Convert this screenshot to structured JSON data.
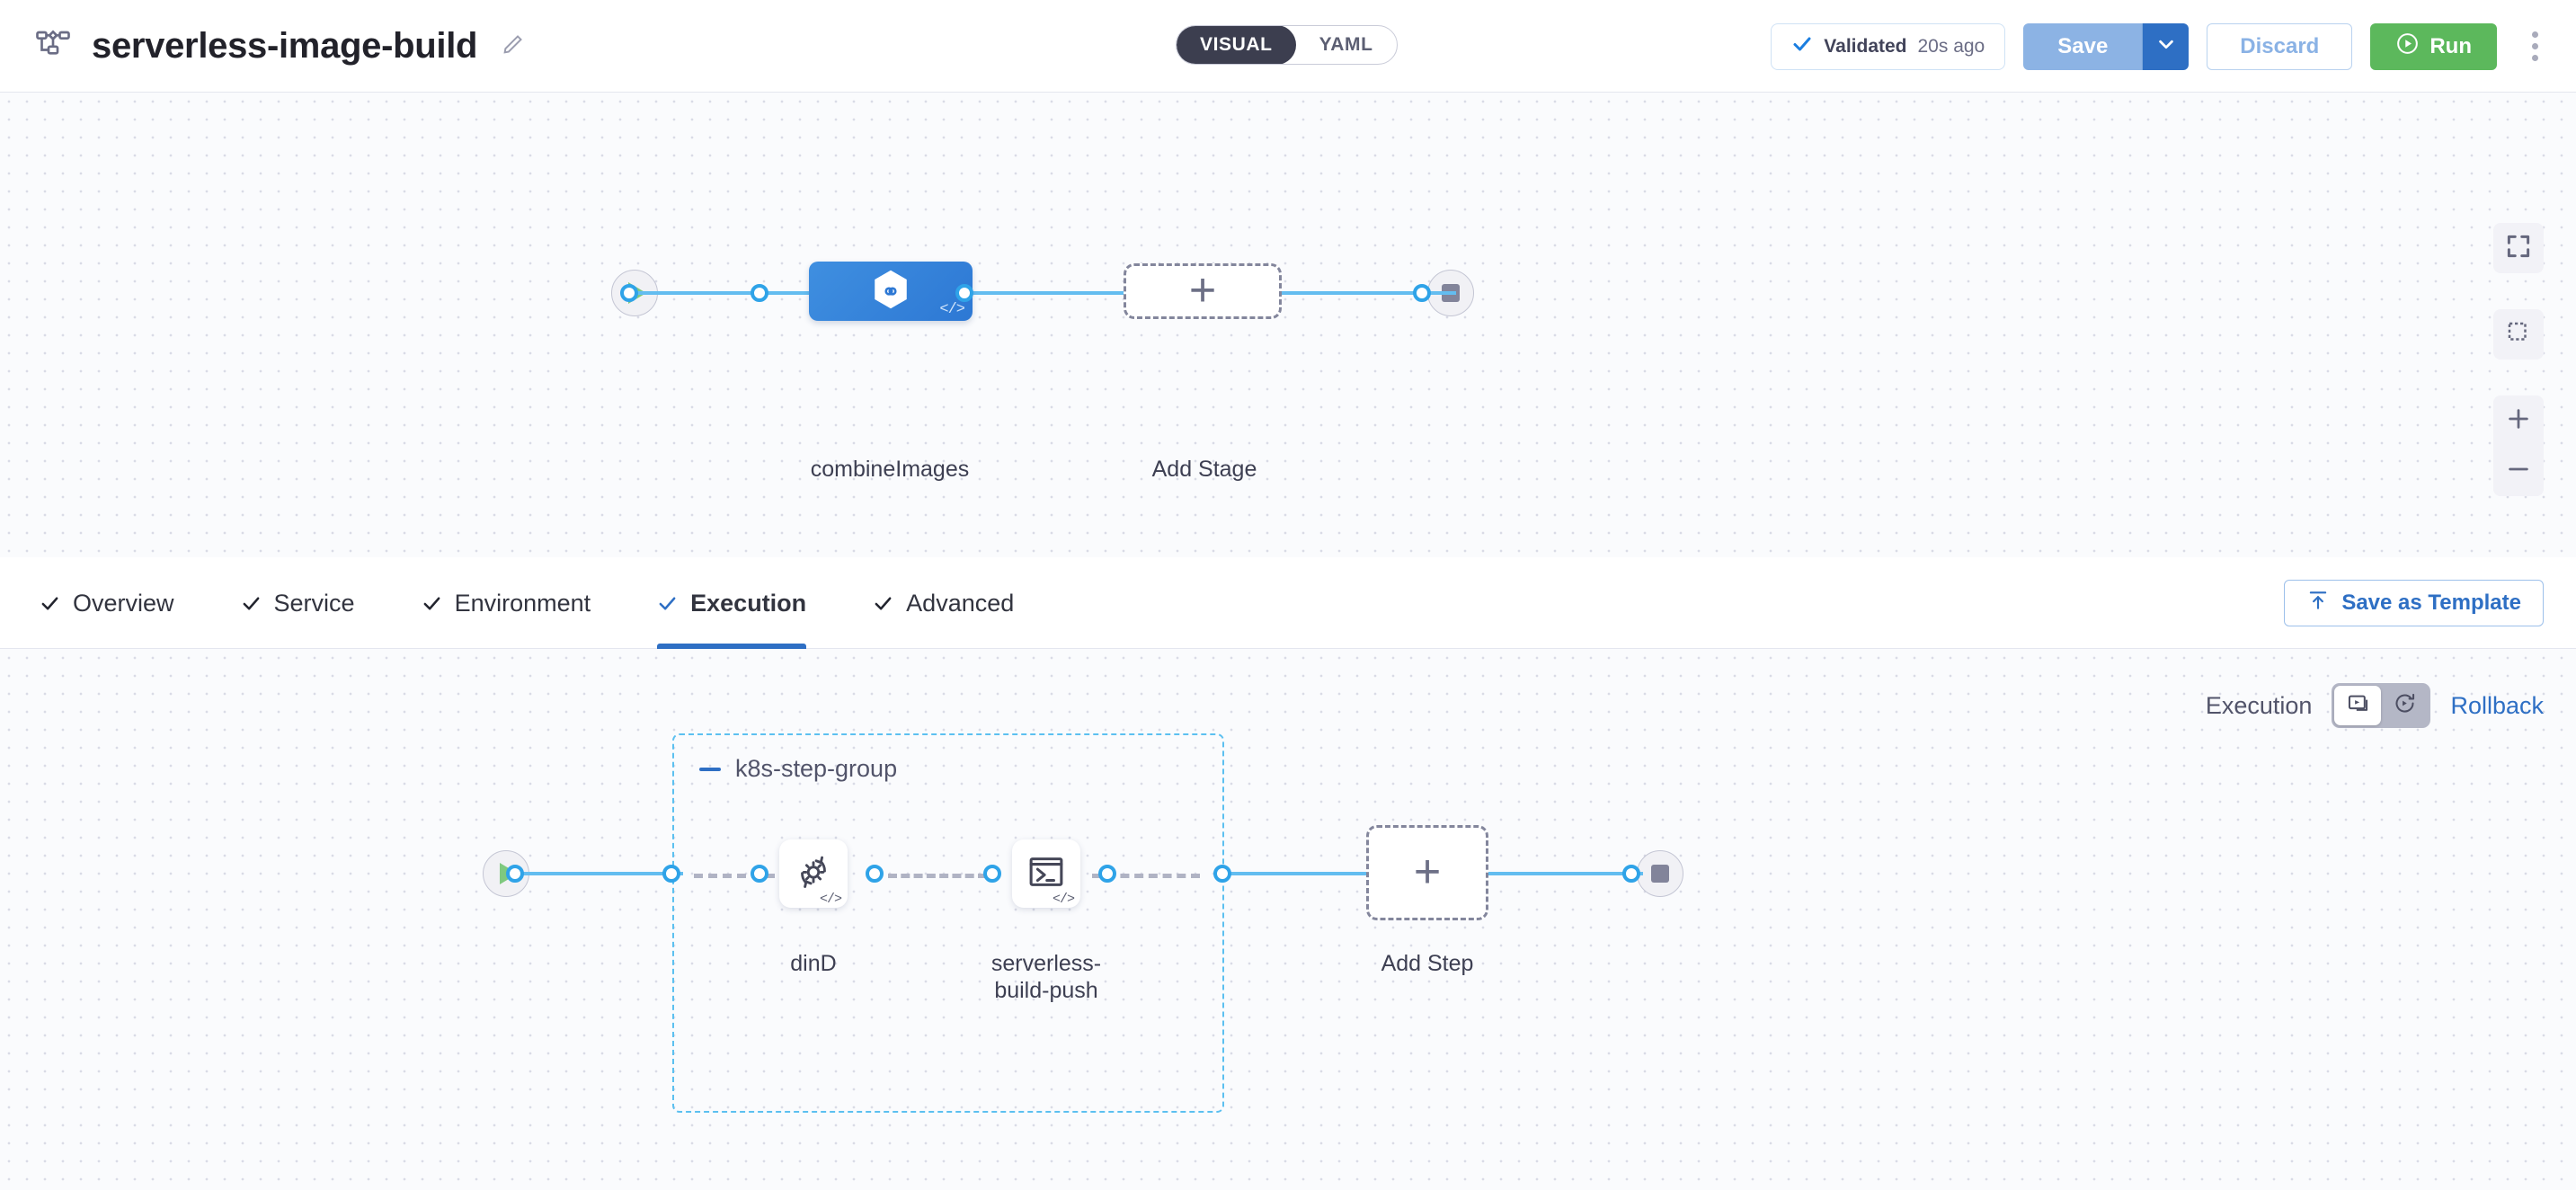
{
  "header": {
    "pipeline_icon": "pipeline-icon",
    "title": "serverless-image-build",
    "edit_icon": "pencil-icon",
    "view_toggle": {
      "options": [
        "VISUAL",
        "YAML"
      ],
      "selected": "VISUAL"
    },
    "validation": {
      "icon": "check-icon",
      "label": "Validated",
      "time": "20s ago"
    },
    "save": {
      "label": "Save",
      "caret_icon": "chevron-down-icon"
    },
    "discard": {
      "label": "Discard"
    },
    "run": {
      "label": "Run",
      "icon": "play-circle-icon"
    },
    "more_menu": {
      "icon": "kebab-menu-icon"
    }
  },
  "stage_canvas": {
    "start_node": {
      "icon": "play-icon"
    },
    "end_node": {
      "icon": "stop-icon"
    },
    "stage": {
      "label": "combineImages",
      "icon": "harness-hexagon-icon",
      "badge": "</>"
    },
    "add_stage": {
      "label": "Add Stage",
      "icon": "plus-icon"
    },
    "controls": [
      {
        "name": "fit-to-screen-icon"
      },
      {
        "name": "selection-box-icon"
      },
      {
        "name": "zoom-in-icon"
      },
      {
        "name": "zoom-out-icon"
      }
    ]
  },
  "tabs": [
    {
      "label": "Overview",
      "checked": true,
      "active": false
    },
    {
      "label": "Service",
      "checked": true,
      "active": false
    },
    {
      "label": "Environment",
      "checked": true,
      "active": false
    },
    {
      "label": "Execution",
      "checked": true,
      "active": true
    },
    {
      "label": "Advanced",
      "checked": true,
      "active": false
    }
  ],
  "save_as_template": {
    "label": "Save as Template",
    "icon": "template-upload-icon"
  },
  "execution_bar": {
    "label": "Execution",
    "toggle": [
      {
        "icon": "execution-steps-icon",
        "active": true
      },
      {
        "icon": "rollback-clock-icon",
        "active": false
      }
    ],
    "rollback_link": "Rollback"
  },
  "step_canvas": {
    "start_node": {
      "icon": "play-icon"
    },
    "end_node": {
      "icon": "stop-icon"
    },
    "group": {
      "title": "k8s-step-group",
      "collapse_icon": "minus-icon"
    },
    "steps": [
      {
        "label": "dinD",
        "icon": "gear-refresh-icon",
        "badge": "</>"
      },
      {
        "label": "serverless-\nbuild-push",
        "label_line1": "serverless-",
        "label_line2": "build-push",
        "icon": "terminal-icon",
        "badge": "</>"
      }
    ],
    "add_step": {
      "label": "Add Step",
      "icon": "plus-icon"
    }
  }
}
